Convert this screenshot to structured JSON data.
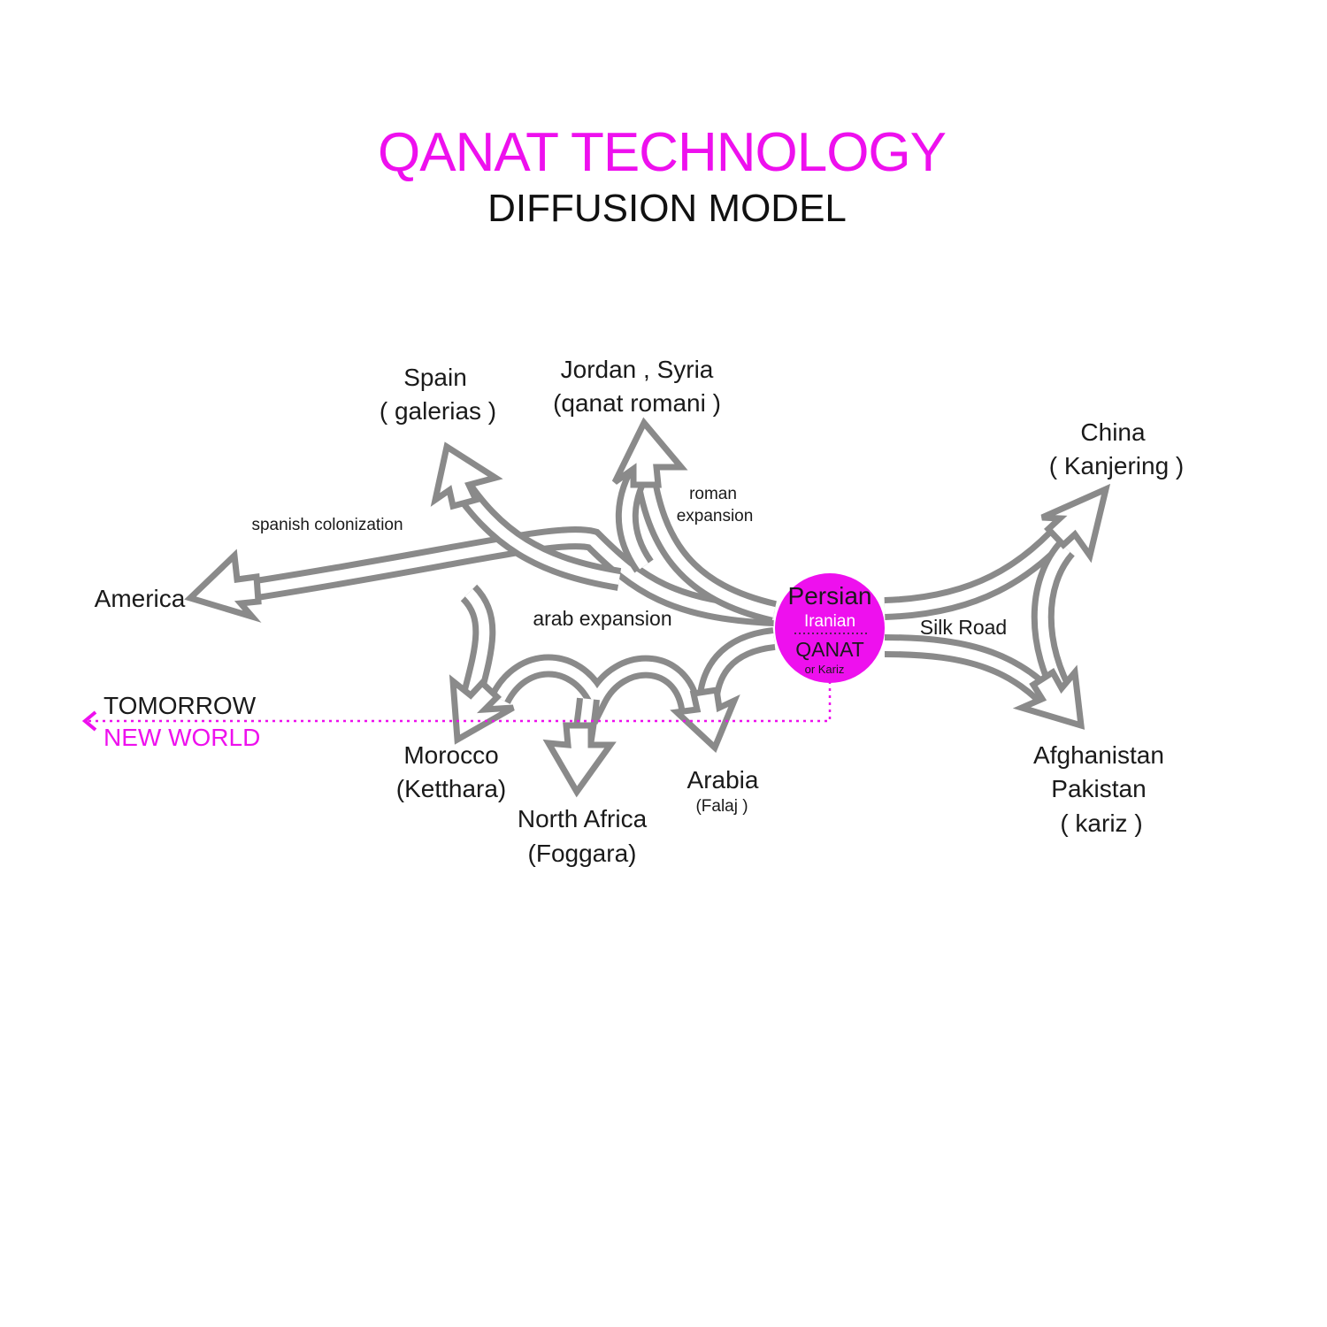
{
  "title": "QANAT TECHNOLOGY",
  "subtitle": "DIFFUSION MODEL",
  "center": {
    "line1": "Persian",
    "line2": "Iranian",
    "line3": "QANAT",
    "line4": "or  Kariz",
    "color": "#ee10ee"
  },
  "destinations": {
    "spain": [
      "Spain",
      "( galerias )"
    ],
    "jordan": [
      "Jordan , Syria",
      "(qanat romani )"
    ],
    "china": [
      "China",
      "( Kanjering )"
    ],
    "america": [
      "America"
    ],
    "morocco": [
      "Morocco",
      "(Ketthara)"
    ],
    "north_africa": [
      "North Africa",
      "(Foggara)"
    ],
    "arabia": [
      "Arabia",
      "(Falaj )"
    ],
    "afghanistan": [
      "Afghanistan",
      "Pakistan",
      "( kariz )"
    ]
  },
  "routes": {
    "spanish": "spanish colonization",
    "roman_1": "roman",
    "roman_2": "expansion",
    "arab": "arab expansion",
    "silk": "Silk Road"
  },
  "future": {
    "line1": "TOMORROW",
    "line2": "NEW WORLD"
  },
  "colors": {
    "accent": "#ee10ee",
    "arrow": "#8a8a8a"
  }
}
